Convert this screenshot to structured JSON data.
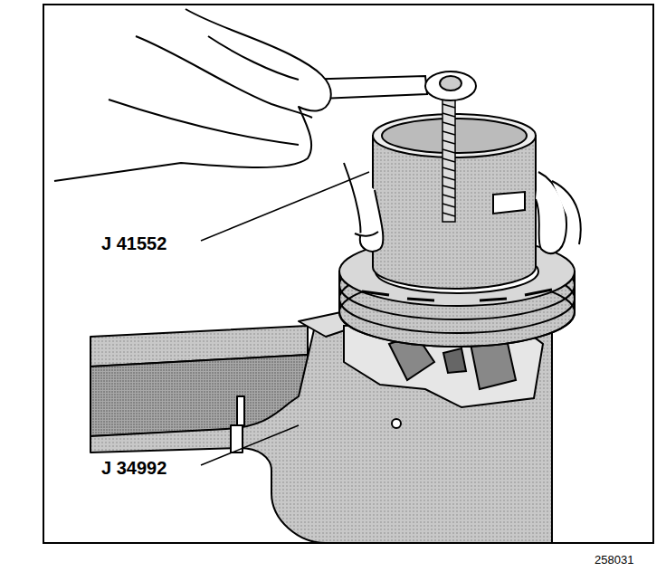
{
  "diagram": {
    "labels": [
      "J 41552",
      "J 34992",
      "258031"
    ]
  }
}
